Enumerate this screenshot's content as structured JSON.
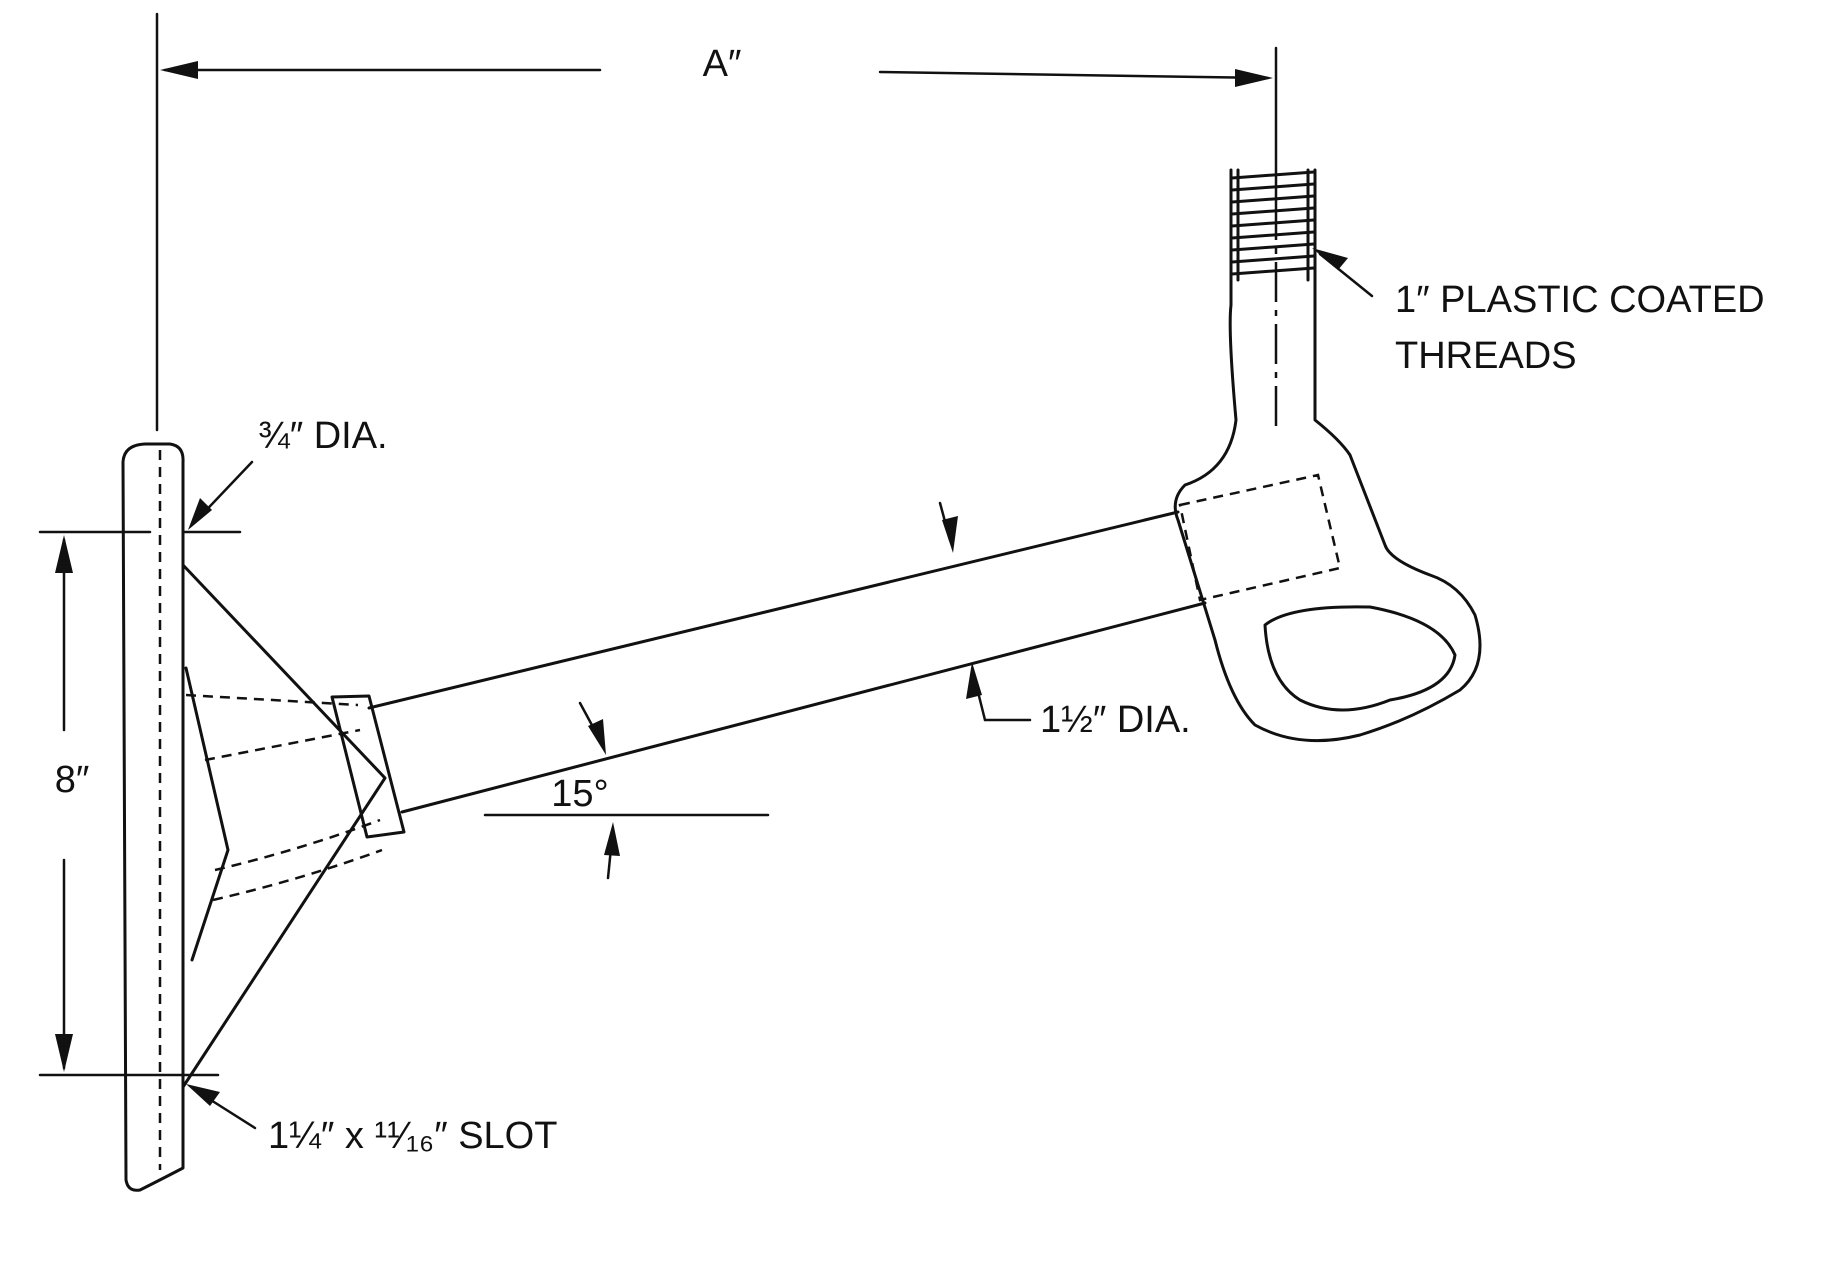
{
  "labels": {
    "dim_a": "A″",
    "threads_line1": "1″ PLASTIC COATED",
    "threads_line2": "THREADS",
    "hole_dia": "¾″ DIA.",
    "rod_dia": "1½″ DIA.",
    "angle": "15°",
    "height": "8″",
    "slot": "1¼″ x ¹¹⁄₁₆″ SLOT"
  }
}
